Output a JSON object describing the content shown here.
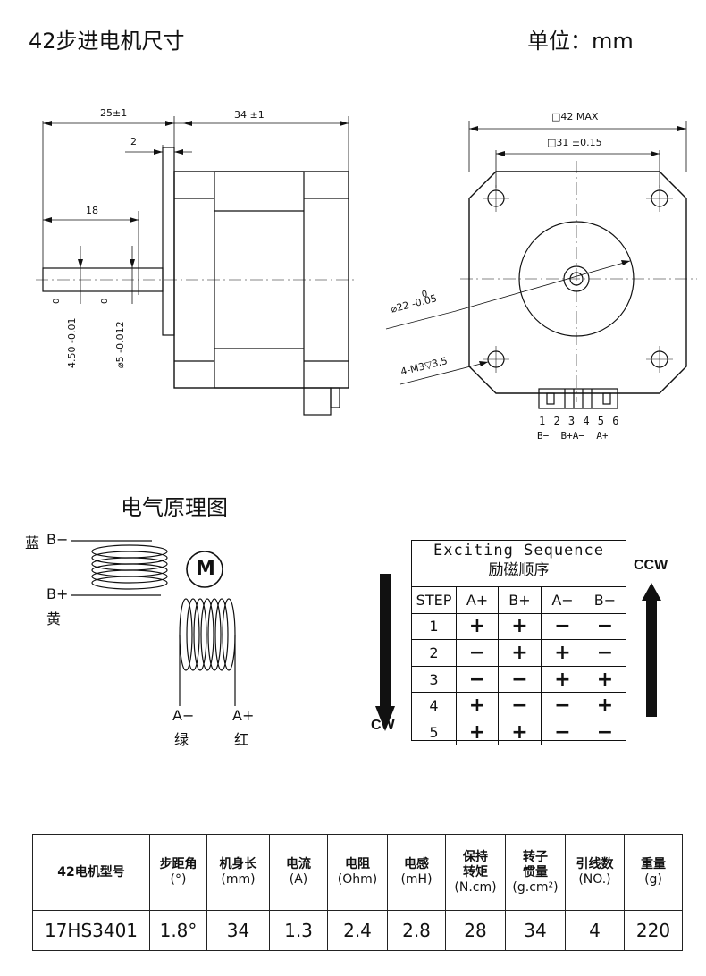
{
  "header": {
    "title": "42步进电机尺寸",
    "unit": "单位：mm"
  },
  "drawing": {
    "side_dims": [
      "25±1",
      "34 ±1",
      "2",
      "18",
      "0",
      "4.50 -0.01",
      "0",
      "⌀5 -0.012"
    ],
    "front_dims": [
      "□42 MAX",
      "□31 ±0.15",
      "0",
      "⌀22 -0.05",
      "4-M3▽3.5"
    ],
    "pin_numbers": "1 2 3 4 5 6",
    "pin_labels": "B−  B+A−  A+"
  },
  "schematic": {
    "title": "电气原理图",
    "motor_symbol": "M",
    "bplus_label": "B+",
    "bminus_label": "B−",
    "blue": "蓝",
    "yellow": "黄",
    "aminus_label": "A−",
    "aplus_label": "A+",
    "green": "绿",
    "red": "红"
  },
  "sequence": {
    "title_en": "Exciting Sequence",
    "title_cn": "励磁顺序",
    "headers": [
      "STEP",
      "A+",
      "B+",
      "A−",
      "B−"
    ],
    "rows": [
      [
        "1",
        "+",
        "+",
        "−",
        "−"
      ],
      [
        "2",
        "−",
        "+",
        "+",
        "−"
      ],
      [
        "3",
        "−",
        "−",
        "+",
        "+"
      ],
      [
        "4",
        "+",
        "−",
        "−",
        "+"
      ],
      [
        "5",
        "+",
        "+",
        "−",
        "−"
      ]
    ],
    "cw": "CW",
    "ccw": "CCW"
  },
  "specs": {
    "headers": [
      [
        "42电机型号"
      ],
      [
        "步距角",
        "(°)"
      ],
      [
        "机身长",
        "(mm)"
      ],
      [
        "电流",
        "(A)"
      ],
      [
        "电阻",
        "(Ohm)"
      ],
      [
        "电感",
        "(mH)"
      ],
      [
        "保持",
        "转矩",
        "(N.cm)"
      ],
      [
        "转子",
        "惯量",
        "(g.cm²)"
      ],
      [
        "引线数",
        "(NO.)"
      ],
      [
        "重量",
        "(g)"
      ]
    ],
    "values": [
      "17HS3401",
      "1.8°",
      "34",
      "1.3",
      "2.4",
      "2.8",
      "28",
      "34",
      "4",
      "220"
    ]
  }
}
